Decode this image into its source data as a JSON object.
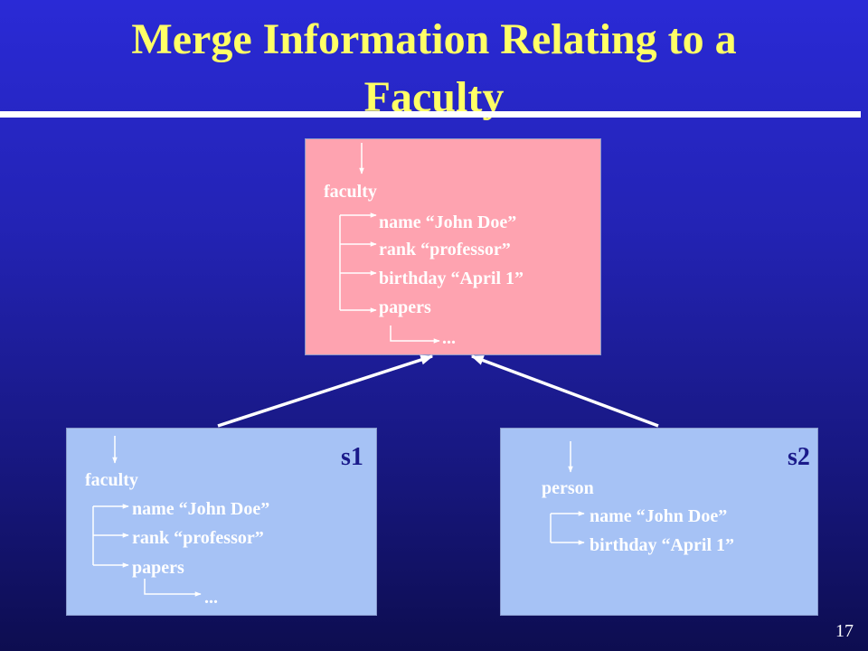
{
  "slide": {
    "title_line1": "Merge Information Relating to a",
    "title_line2": "Faculty",
    "page_number": "17"
  },
  "merged": {
    "root": "faculty",
    "name": "name “John Doe”",
    "rank": "rank “professor”",
    "birthday": "birthday “April 1”",
    "papers": "papers",
    "more": "..."
  },
  "s1": {
    "tag": "s1",
    "root": "faculty",
    "name": "name “John Doe”",
    "rank": "rank “professor”",
    "papers": "papers",
    "more": "..."
  },
  "s2": {
    "tag": "s2",
    "root": "person",
    "name": "name “John Doe”",
    "birthday": "birthday “April 1”"
  },
  "colors": {
    "title": "#ffff66",
    "merged_box": "#fea3b0",
    "source_box": "#a6c2f5",
    "text": "#ffffff",
    "tag": "#1a1a8a"
  }
}
